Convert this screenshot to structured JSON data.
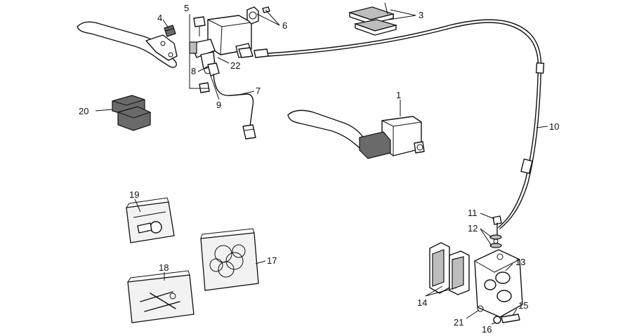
{
  "callouts": [
    {
      "id": "c1",
      "label": "1"
    },
    {
      "id": "c3",
      "label": "3"
    },
    {
      "id": "c4",
      "label": "4"
    },
    {
      "id": "c5",
      "label": "5"
    },
    {
      "id": "c6",
      "label": "6"
    },
    {
      "id": "c7",
      "label": "7"
    },
    {
      "id": "c8",
      "label": "8"
    },
    {
      "id": "c9",
      "label": "9"
    },
    {
      "id": "c10",
      "label": "10"
    },
    {
      "id": "c11",
      "label": "11"
    },
    {
      "id": "c12",
      "label": "12"
    },
    {
      "id": "c13",
      "label": "13"
    },
    {
      "id": "c14",
      "label": "14"
    },
    {
      "id": "c15",
      "label": "15"
    },
    {
      "id": "c16",
      "label": "16"
    },
    {
      "id": "c17",
      "label": "17"
    },
    {
      "id": "c18",
      "label": "18"
    },
    {
      "id": "c19",
      "label": "19"
    },
    {
      "id": "c20",
      "label": "20"
    },
    {
      "id": "c21",
      "label": "21"
    },
    {
      "id": "c22",
      "label": "22"
    }
  ]
}
